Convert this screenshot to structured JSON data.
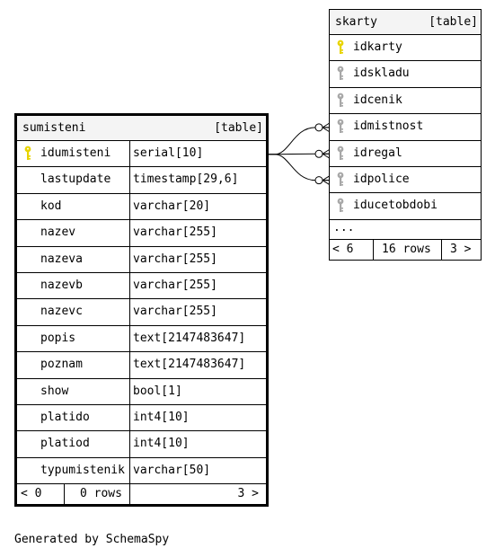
{
  "diagram": {
    "credit": "Generated by SchemaSpy",
    "colors": {
      "primary_key": "#e8d400",
      "foreign_key": "#a8a8a8",
      "header_bg": "#f4f4f4",
      "line": "#000000"
    },
    "main_table": {
      "name": "sumisteni",
      "kind": "[table]",
      "columns": [
        {
          "name": "idumisteni",
          "type": "serial[10]",
          "key": "primary-key-icon"
        },
        {
          "name": "lastupdate",
          "type": "timestamp[29,6]",
          "key": ""
        },
        {
          "name": "kod",
          "type": "varchar[20]",
          "key": ""
        },
        {
          "name": "nazev",
          "type": "varchar[255]",
          "key": ""
        },
        {
          "name": "nazeva",
          "type": "varchar[255]",
          "key": ""
        },
        {
          "name": "nazevb",
          "type": "varchar[255]",
          "key": ""
        },
        {
          "name": "nazevc",
          "type": "varchar[255]",
          "key": ""
        },
        {
          "name": "popis",
          "type": "text[2147483647]",
          "key": ""
        },
        {
          "name": "poznam",
          "type": "text[2147483647]",
          "key": ""
        },
        {
          "name": "show",
          "type": "bool[1]",
          "key": ""
        },
        {
          "name": "platido",
          "type": "int4[10]",
          "key": ""
        },
        {
          "name": "platiod",
          "type": "int4[10]",
          "key": ""
        },
        {
          "name": "typumistenik",
          "type": "varchar[50]",
          "key": ""
        }
      ],
      "footer": {
        "parents": "< 0",
        "rows": "0 rows",
        "children": "3 >"
      }
    },
    "child_table": {
      "name": "skarty",
      "kind": "[table]",
      "columns": [
        {
          "name": "idkarty",
          "key": "primary-key-icon"
        },
        {
          "name": "idskladu",
          "key": "foreign-key-icon"
        },
        {
          "name": "idcenik",
          "key": "foreign-key-icon"
        },
        {
          "name": "idmistnost",
          "key": "foreign-key-icon"
        },
        {
          "name": "idregal",
          "key": "foreign-key-icon"
        },
        {
          "name": "idpolice",
          "key": "foreign-key-icon"
        },
        {
          "name": "iducetobdobi",
          "key": "foreign-key-icon"
        }
      ],
      "ellipsis": "...",
      "footer": {
        "parents": "< 6",
        "rows": "16 rows",
        "children": "3 >"
      }
    },
    "relationships": [
      {
        "from": "sumisteni.idumisteni",
        "to": "skarty.idmistnost"
      },
      {
        "from": "sumisteni.idumisteni",
        "to": "skarty.idregal"
      },
      {
        "from": "sumisteni.idumisteni",
        "to": "skarty.idpolice"
      }
    ]
  }
}
